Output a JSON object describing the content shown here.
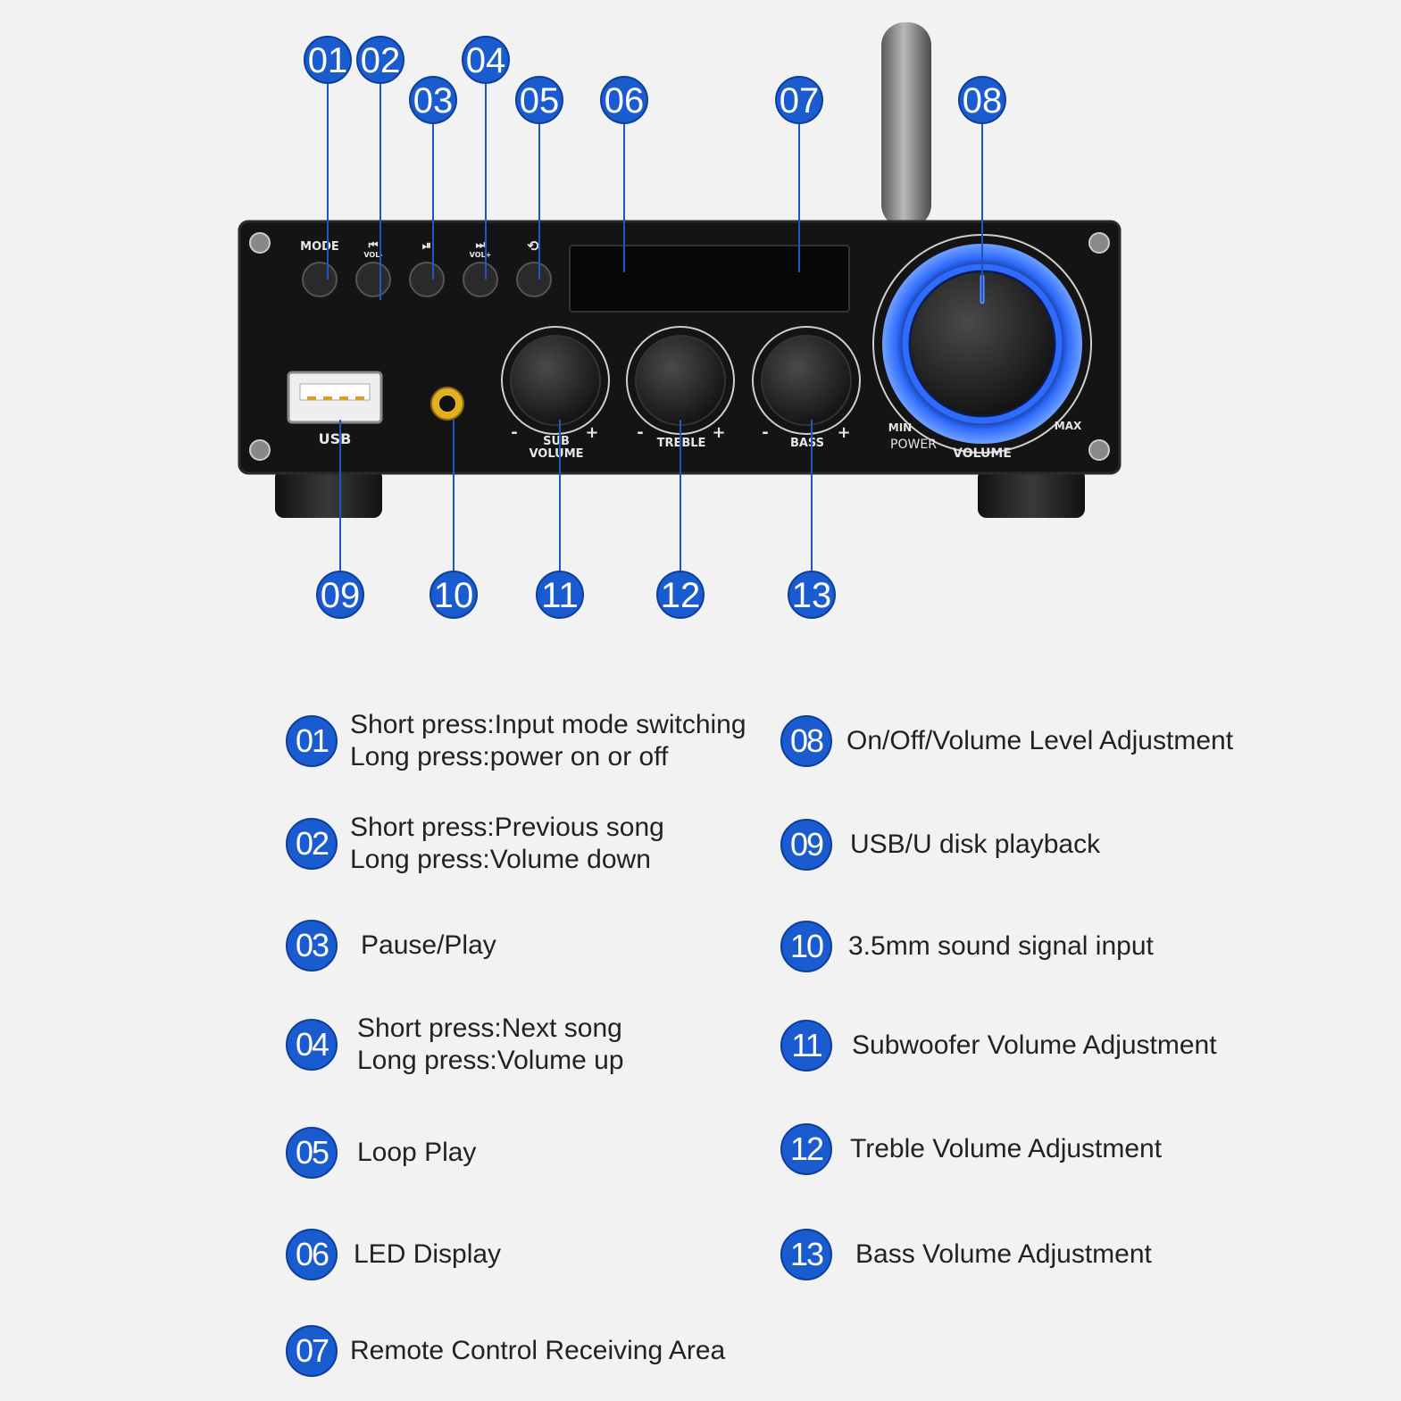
{
  "callouts": [
    "01",
    "02",
    "03",
    "04",
    "05",
    "06",
    "07",
    "08",
    "09",
    "10",
    "11",
    "12",
    "13"
  ],
  "panel": {
    "mode": "MODE",
    "vol_minus": "VOL-",
    "vol_plus": "VOL+",
    "usb": "USB",
    "sub": "SUB",
    "volume": "VOLUME",
    "treble": "TREBLE",
    "bass": "BASS",
    "min": "MIN",
    "max": "MAX",
    "power": "POWER",
    "minus": "-",
    "plus": "+"
  },
  "legend": [
    {
      "num": "01",
      "lines": [
        "Short press:Input mode switching",
        "Long press:power on or off"
      ]
    },
    {
      "num": "02",
      "lines": [
        "Short press:Previous song",
        "Long press:Volume down"
      ]
    },
    {
      "num": "03",
      "lines": [
        "Pause/Play"
      ]
    },
    {
      "num": "04",
      "lines": [
        "Short press:Next song",
        "Long press:Volume up"
      ]
    },
    {
      "num": "05",
      "lines": [
        "Loop Play"
      ]
    },
    {
      "num": "06",
      "lines": [
        "LED Display"
      ]
    },
    {
      "num": "07",
      "lines": [
        "Remote Control Receiving Area"
      ]
    },
    {
      "num": "08",
      "lines": [
        "On/Off/Volume Level Adjustment"
      ]
    },
    {
      "num": "09",
      "lines": [
        "USB/U disk playback"
      ]
    },
    {
      "num": "10",
      "lines": [
        "3.5mm sound signal input"
      ]
    },
    {
      "num": "11",
      "lines": [
        "Subwoofer Volume Adjustment"
      ]
    },
    {
      "num": "12",
      "lines": [
        "Treble Volume Adjustment"
      ]
    },
    {
      "num": "13",
      "lines": [
        "Bass Volume Adjustment"
      ]
    }
  ],
  "colors": {
    "badge": "#1a5bd0",
    "leader": "#1f56c4",
    "panel": "#141414",
    "knob_ring": "#2f6bff"
  }
}
